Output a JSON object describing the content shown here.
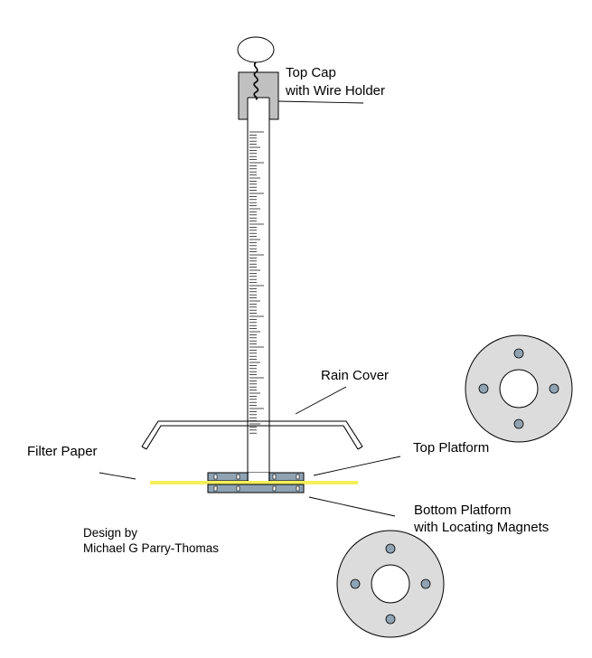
{
  "labels": {
    "top_cap_line1": "Top Cap",
    "top_cap_line2": "with Wire Holder",
    "rain_cover": "Rain Cover",
    "filter_paper": "Filter Paper",
    "top_platform": "Top Platform",
    "bottom_platform_line1": "Bottom Platform",
    "bottom_platform_line2": "with Locating Magnets",
    "credit_line1": "Design by",
    "credit_line2": "Michael G Parry-Thomas"
  },
  "colors": {
    "cap_fill": "#c0c0c0",
    "platform_fill": "#8fa3b3",
    "disc_fill": "#dcdcdc",
    "magnet_fill": "#8fa3b3",
    "filter_paper": "#f5ef5a",
    "outline": "#000000"
  },
  "icons": {
    "wire_holder": "twisted-wire-icon",
    "balloon": "ellipse-icon"
  }
}
